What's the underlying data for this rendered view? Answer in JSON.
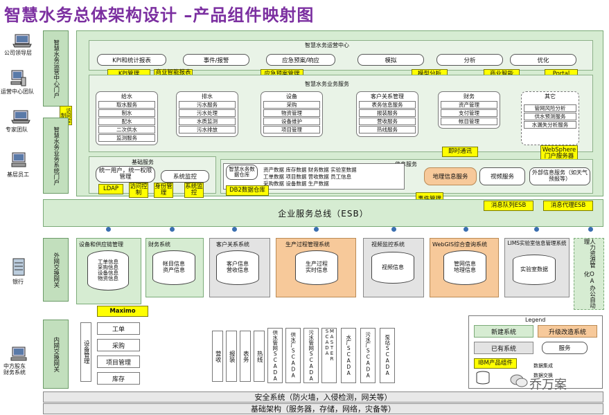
{
  "title": "智慧水务总体架构设计 –产品组件映射图",
  "left_users": [
    "公司领导层",
    "运营中心团队",
    "专家团队",
    "基层员工"
  ],
  "left_bottom": [
    "银行",
    "中方股东\n财务系统"
  ],
  "portals": {
    "ops_portal": "智慧水务运营中心门户",
    "biz_portal": "智慧水务业务系统门户",
    "access_control": "访问控制",
    "external_gateway": "外网交换网关",
    "internal_gateway": "内网交换网关"
  },
  "ops_center": {
    "title": "智慧水务运营中心",
    "items": [
      "KPI和统计报表",
      "事件/报警",
      "应急预案/响应",
      "模拟",
      "分析",
      "优化"
    ]
  },
  "yellow_top": [
    "KPI管理",
    "商业智能报表工具",
    "应急预案管理",
    "模型分析",
    "商业智能",
    "Portal"
  ],
  "biz_services": {
    "title": "智慧水务业务服务",
    "domains": [
      {
        "name": "给水",
        "items": [
          "取水服务",
          "制水",
          "配水",
          "二次供水",
          "监测服务"
        ]
      },
      {
        "name": "排水",
        "items": [
          "污水服务",
          "污水处理",
          "水质监测",
          "污水排放"
        ]
      },
      {
        "name": "设备",
        "items": [
          "采购",
          "物资管理",
          "设备维护",
          "项目管理"
        ]
      },
      {
        "name": "客户关系管理",
        "items": [
          "表务信息服务",
          "报装服务",
          "营收服务",
          "热线服务"
        ]
      },
      {
        "name": "财务",
        "items": [
          "资产管理",
          "支付管理",
          "帐目管理"
        ]
      },
      {
        "name": "其它",
        "items": [
          "管网风险分析",
          "供水预测服务",
          "水漏失分析服务"
        ]
      }
    ],
    "im": "即时通讯",
    "websphere": "WebSphere门户服务器"
  },
  "base_services": {
    "title": "基础服务",
    "items": [
      "统一用户，统一权限管理",
      "系统监控"
    ],
    "yellow": [
      "LDAP",
      "访问控制",
      "身份管理",
      "系统监控"
    ]
  },
  "info_services": {
    "title": "信息服务",
    "data_center": "智慧水务数据仓库",
    "data_lines": [
      "资产数据 库存数据 财务数据 实验室数据",
      "工单数据 项目数据 营收数据 员工信息",
      "采购数据 设备数据 生产数据"
    ],
    "db2": "DB2数据仓库",
    "gis": "地理信息服务",
    "video": "视频服务",
    "external": "外部信息服务（如天气预报等）"
  },
  "event_mgmt": "事件管理",
  "esb": {
    "title": "企业服务总线（ESB）",
    "mq": "消息队列ESB",
    "msg_proxy": "消息代理ESB"
  },
  "systems": [
    {
      "title": "设备和供应链管理",
      "content": [
        "工单信息",
        "采购信息",
        "设备信息",
        "物资信息"
      ]
    },
    {
      "title": "财务系统",
      "content": [
        "帐目信息",
        "资产信息"
      ]
    },
    {
      "title": "客户关系系统",
      "content": [
        "客户信息",
        "营收信息"
      ]
    },
    {
      "title": "生产过程管理系统",
      "content": [
        "生产过程",
        "实时信息"
      ]
    },
    {
      "title": "视频监控系统",
      "content": [
        "视频信息"
      ]
    },
    {
      "title": "WebGIS综合查询系统",
      "content": [
        "管网信息",
        "地理信息"
      ]
    },
    {
      "title": "LIMS实验室信息管理系统",
      "content": [
        "实验室数据"
      ]
    },
    {
      "title": "人力资源管理",
      "content": [
        "OA办公自动化"
      ]
    }
  ],
  "maximo": "Maximo",
  "maximo_tree": {
    "root": "设备管理",
    "items": [
      "工单",
      "采购",
      "项目管理",
      "库存"
    ]
  },
  "crm_sub": [
    "营收",
    "报装",
    "表务",
    "热线"
  ],
  "scada": [
    "供水管网SCADA",
    "供水厂SCADA",
    "污水管网SCADA",
    "MASTER SCADA",
    "水厂SCADA",
    "污水厂SCADA",
    "泵站SCADA"
  ],
  "legend": {
    "title": "Legend",
    "items": [
      "新建系统",
      "升级改造系统",
      "已有系统",
      "服务",
      "IBM产品组件",
      "数据集成",
      "数据交换"
    ]
  },
  "watermark": "乔万案",
  "bottom": {
    "security": "安全系统（防火墙，入侵检测，网关等）",
    "infra": "基础架构（服务器，存储，网络，灾备等）"
  },
  "colors": {
    "title": "#7b2fa0",
    "green": "#d6ecd2",
    "yellow": "#ffff00",
    "orange": "#f7c99a",
    "dot": "#3b6fb0"
  }
}
